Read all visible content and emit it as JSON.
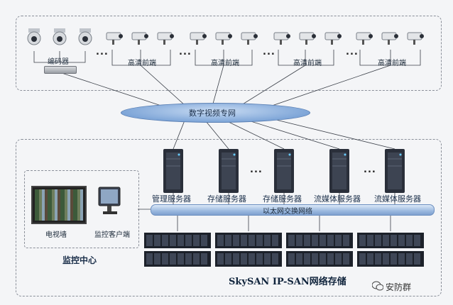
{
  "labels": {
    "encoder": "编码器",
    "hd_frontend": "高清前端",
    "network": "数字视频专网",
    "ethernet": "以太网交换网络",
    "servers": [
      "管理服务器",
      "存储服务器",
      "存储服务器",
      "流媒体服务器",
      "流媒体服务器"
    ],
    "tv_wall": "电视墙",
    "monitor_client": "监控客户端",
    "monitor_center": "监控中心",
    "storage": "SkySAN IP-SAN网络存储",
    "ellipsis": "...",
    "watermark": "安防群"
  },
  "icons": {
    "dome_camera": "dome-camera-icon",
    "box_camera": "box-camera-icon",
    "server": "server-icon",
    "storage_rack": "storage-rack-icon",
    "tv_wall": "tv-wall-icon",
    "monitor": "monitor-icon",
    "wechat": "wechat-icon"
  },
  "colors": {
    "network_blue": "#7fa6d8",
    "frame_dash": "#8a8f99"
  }
}
